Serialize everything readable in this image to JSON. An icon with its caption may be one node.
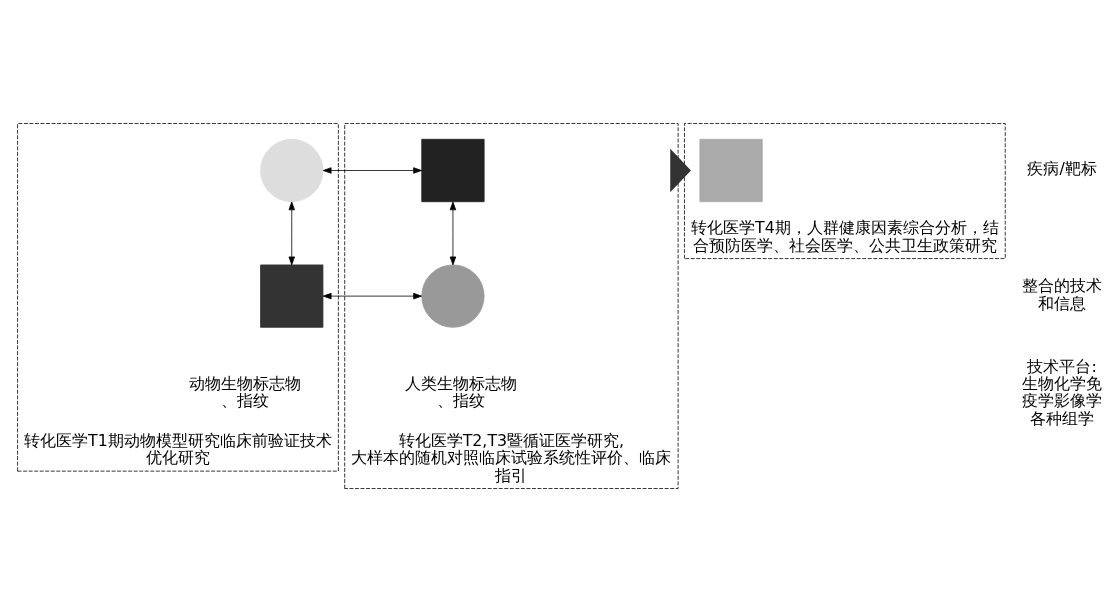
{
  "diagram": {
    "nodes": [
      {
        "text": [
          "转化医学T1期动物模型研究临床前验证技术优化研究"
        ]
      },
      {
        "text": [],
        "shape": "circle",
        "in": 0
      },
      {
        "text": [],
        "shape": "box",
        "in": 0,
        "beside": [
          "动物生物标志物、指纹"
        ]
      },
      {
        "text": [
          "转化医学T2,T3暨循证医学研究, 大样本的随机对照临床试验系统性评价、临床指引"
        ]
      },
      {
        "text": [],
        "shape": "box",
        "in": 3
      },
      {
        "text": [],
        "shape": "circle",
        "in": 3,
        "beside": [
          "人类生物标志物、指纹"
        ]
      },
      {
        "text": [
          "转化医学T4期，人群健康因素综合分析，结合预防医学、社会医学、公共卫生政策研究"
        ]
      },
      {
        "text": [],
        "shape": "box",
        "in": 6
      }
    ],
    "edges": [
      {
        "from": 1,
        "to": 4,
        "arrow": "both"
      },
      {
        "from": 1,
        "to": 2,
        "arrow": "both"
      },
      {
        "from": 4,
        "to": 5,
        "arrow": "both"
      },
      {
        "from": 2,
        "to": 5,
        "arrow": "both"
      },
      {
        "from": 3,
        "to": 6,
        "arrow": "to",
        "style": "thick",
        "color": "#333333"
      }
    ],
    "labels": [
      "疾病/靶标",
      "整合的技术和信息",
      "技术平台:生物化学免疫学影像学各种组学"
    ]
  }
}
